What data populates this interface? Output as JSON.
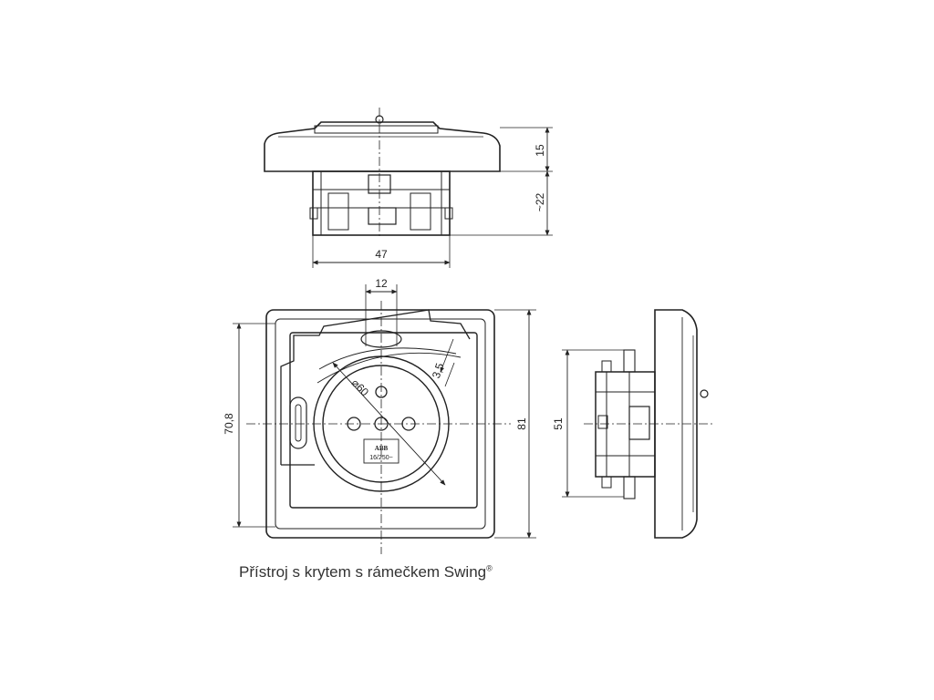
{
  "caption": {
    "text": "Přístroj s krytem s rámečkem Swing",
    "mark": "®"
  },
  "dimensions": {
    "top_view_height_cover": "15",
    "top_view_height_body": "~22",
    "top_view_width": "47",
    "front_hole_spacing": "12",
    "front_offset": "3,5",
    "front_diameter": "⌀60",
    "front_inner_height": "70,8",
    "front_outer_height": "81",
    "side_body_height": "51"
  },
  "socket_label": {
    "brand": "ABB",
    "rating": "16/250~"
  }
}
